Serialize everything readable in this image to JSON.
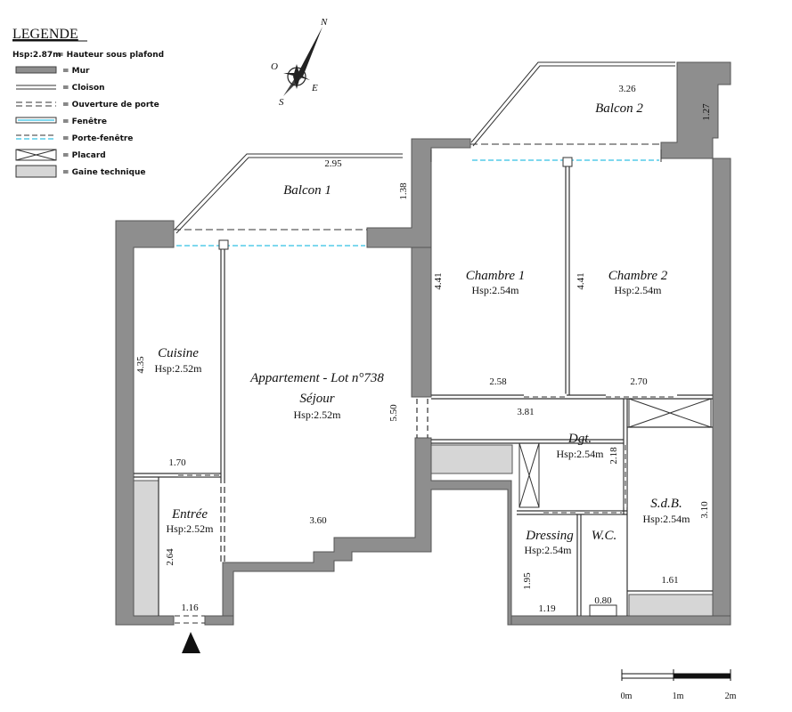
{
  "legend": {
    "title": "LEGENDE",
    "items": [
      {
        "key": "Hsp:2.87m",
        "text": "= Hauteur sous plafond"
      },
      {
        "key": "",
        "text": "= Mur"
      },
      {
        "key": "",
        "text": "= Cloison"
      },
      {
        "key": "",
        "text": "= Ouverture de porte"
      },
      {
        "key": "",
        "text": "= Fenêtre"
      },
      {
        "key": "",
        "text": "= Porte-fenêtre"
      },
      {
        "key": "",
        "text": "= Placard"
      },
      {
        "key": "",
        "text": "= Gaine technique"
      }
    ]
  },
  "compass": {
    "n": "N",
    "s": "S",
    "e": "E",
    "o": "O"
  },
  "rooms": {
    "balcon1": "Balcon 1",
    "balcon2": "Balcon 2",
    "chambre1": {
      "name": "Chambre 1",
      "hsp": "Hsp:2.54m"
    },
    "chambre2": {
      "name": "Chambre 2",
      "hsp": "Hsp:2.54m"
    },
    "cuisine": {
      "name": "Cuisine",
      "hsp": "Hsp:2.52m"
    },
    "sejour": {
      "title": "Appartement - Lot n°738",
      "name": "Séjour",
      "hsp": "Hsp:2.52m"
    },
    "dgt": {
      "name": "Dgt.",
      "hsp": "Hsp:2.54m"
    },
    "entree": {
      "name": "Entrée",
      "hsp": "Hsp:2.52m"
    },
    "dressing": {
      "name": "Dressing",
      "hsp": "Hsp:2.54m"
    },
    "wc": {
      "name": "W.C."
    },
    "sdb": {
      "name": "S.d.B.",
      "hsp": "Hsp:2.54m"
    }
  },
  "dimensions": {
    "balcon2_width": "3.26",
    "balcon2_depth": "1.27",
    "balcon1_width": "2.95",
    "balcon1_depth": "1.38",
    "chambre1_height": "4.41",
    "chambre2_height": "4.41",
    "cuisine_height": "4.35",
    "sejour_height": "5.50",
    "chambre1_width": "2.58",
    "chambre2_width": "2.70",
    "dgt_width": "3.81",
    "dgt_height": "2.18",
    "cuisine_width": "1.70",
    "sejour_width": "3.60",
    "entree_height": "2.64",
    "entree_width": "1.16",
    "sdb_height": "3.10",
    "dressing_height": "1.95",
    "sdb_width": "1.61",
    "dressing_width": "1.19",
    "wc_width": "0.80"
  },
  "scale": {
    "labels": [
      "0m",
      "1m",
      "2m"
    ]
  },
  "colors": {
    "wall": "#8e8e8e",
    "window": "#7fd8ee",
    "gaine": "#d6d6d6",
    "wc_door": "#c060c0"
  }
}
